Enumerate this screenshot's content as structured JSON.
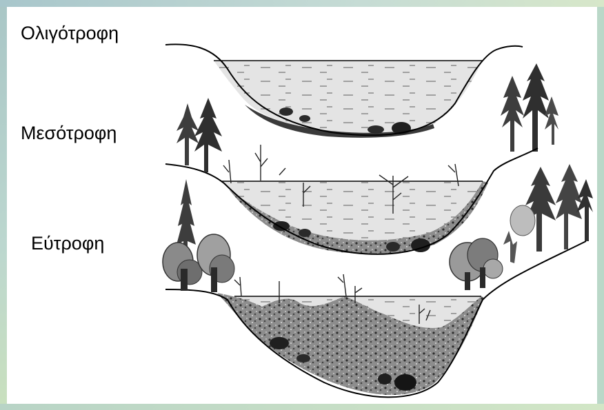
{
  "labels": {
    "oligotrophic": "Ολιγότροφη",
    "mesotrophic": "Μεσότροφη",
    "eutrophic": "Εύτροφη"
  },
  "colors": {
    "water": "#e6e6e6",
    "sediment_light": "#9a9a9a",
    "sediment_dark": "#3a3a3a",
    "tree": "#3d3d3d",
    "outline": "#000000"
  }
}
